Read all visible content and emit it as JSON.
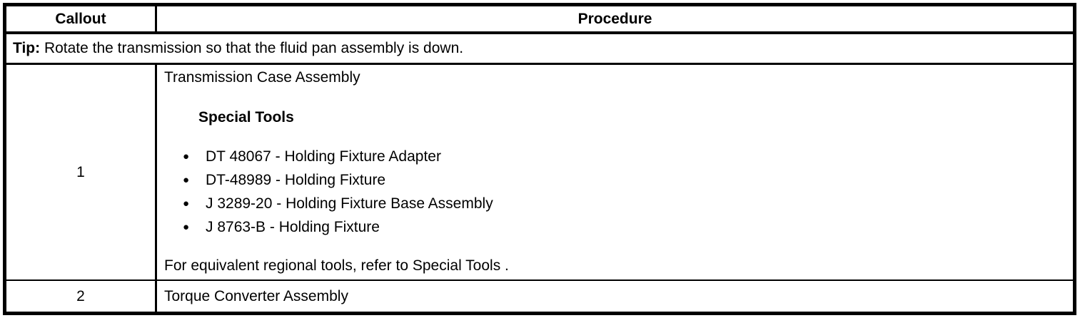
{
  "table": {
    "headers": {
      "callout": "Callout",
      "procedure": "Procedure"
    },
    "tip": {
      "label": "Tip:",
      "text": "Rotate the transmission so that the fluid pan assembly is down."
    },
    "rows": [
      {
        "callout": "1",
        "title": "Transmission Case Assembly",
        "special_tools_heading": "Special Tools",
        "tools": [
          "DT 48067 - Holding Fixture Adapter",
          "DT-48989 - Holding Fixture",
          "J 3289-20 - Holding Fixture Base Assembly",
          "J 8763-B - Holding Fixture"
        ],
        "footer": "For equivalent regional tools, refer to Special Tools ."
      },
      {
        "callout": "2",
        "title": "Torque Converter Assembly"
      }
    ]
  },
  "icons": {
    "bullet": "●"
  },
  "colors": {
    "border": "#000000",
    "background": "#ffffff",
    "text": "#000000"
  }
}
